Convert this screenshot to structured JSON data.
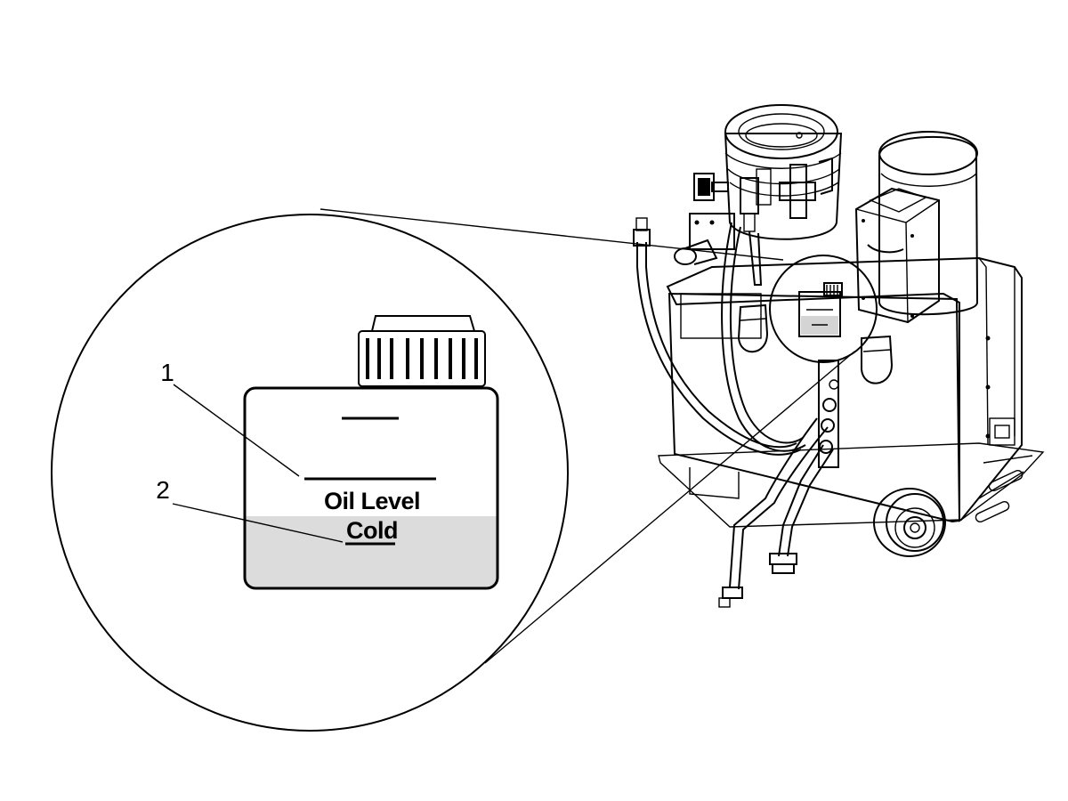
{
  "callouts": [
    {
      "number": "1",
      "target": "oil-level-line"
    },
    {
      "number": "2",
      "target": "cold-level-line"
    }
  ],
  "sight_glass": {
    "oil_level_label": "Oil Level",
    "cold_label": "Cold"
  }
}
